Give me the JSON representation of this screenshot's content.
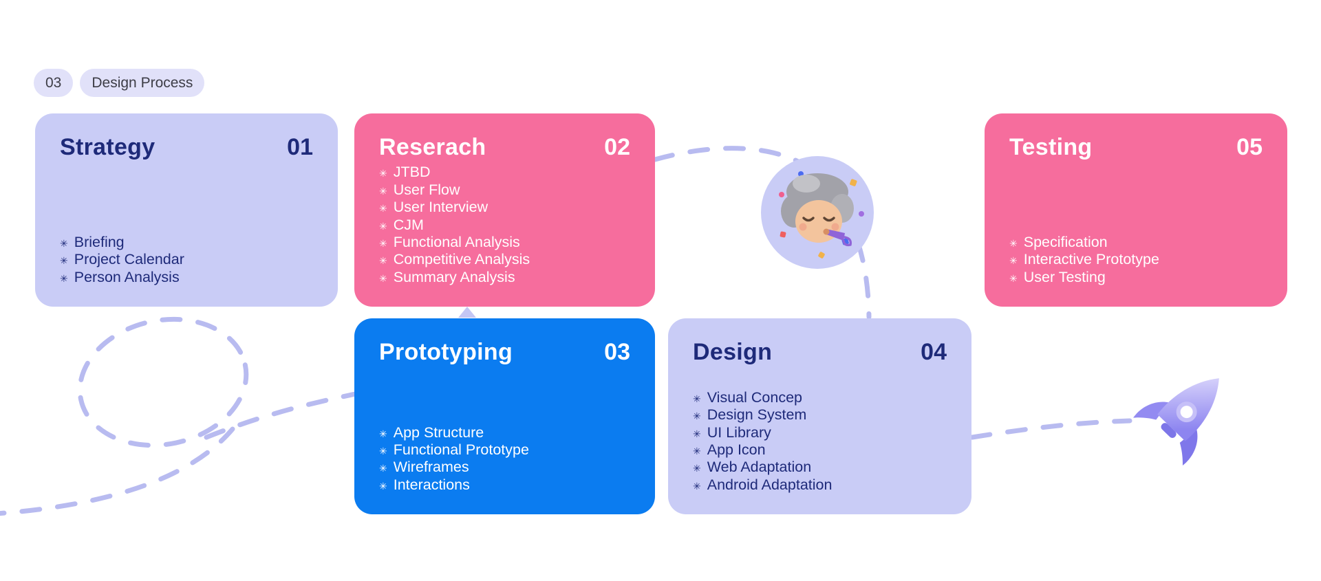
{
  "header": {
    "step_badge": "03",
    "title_badge": "Design Process"
  },
  "bullet": "✳",
  "cards": [
    {
      "id": "strategy",
      "title": "Strategy",
      "number": "01",
      "theme": "lavender",
      "items": [
        "Briefing",
        "Project Calendar",
        "Person Analysis"
      ]
    },
    {
      "id": "research",
      "title": "Reserach",
      "number": "02",
      "theme": "pink",
      "items": [
        "JTBD",
        "User Flow",
        "User Interview",
        "CJM",
        "Functional Analysis",
        "Competitive Analysis",
        "Summary Analysis"
      ]
    },
    {
      "id": "prototyping",
      "title": "Prototyping",
      "number": "03",
      "theme": "blue",
      "items": [
        "App Structure",
        "Functional Prototype",
        "Wireframes",
        "Interactions"
      ]
    },
    {
      "id": "design",
      "title": "Design",
      "number": "04",
      "theme": "lavender",
      "items": [
        "Visual Concep",
        "Design System",
        "UI Library",
        "App Icon",
        "Web Adaptation",
        "Android Adaptation"
      ]
    },
    {
      "id": "testing",
      "title": "Testing",
      "number": "05",
      "theme": "pink",
      "items": [
        "Specification",
        "Interactive Prototype",
        "User Testing"
      ]
    }
  ],
  "colors": {
    "background": "#ffffff",
    "lavender_card": "#c9ccf6",
    "pink_card": "#f66d9d",
    "blue_card": "#0b7cf0",
    "navy_text": "#1e2a79",
    "dash": "#b8bbf0",
    "badge_bg": "#e1e1f9"
  },
  "decorations": {
    "avatar": "celebration-memoji",
    "rocket": "rocket-illustration"
  }
}
